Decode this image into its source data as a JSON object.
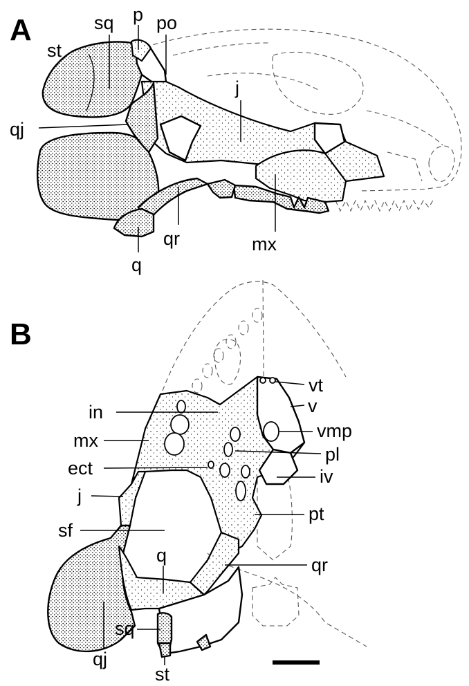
{
  "panels": [
    {
      "letter": "A",
      "labels": [
        "st",
        "sq",
        "p",
        "po",
        "j",
        "qj",
        "qr",
        "mx",
        "q"
      ]
    },
    {
      "letter": "B",
      "labels": [
        "vt",
        "v",
        "in",
        "vmp",
        "mx",
        "pl",
        "ect",
        "iv",
        "j",
        "pt",
        "sf",
        "q",
        "qr",
        "sq",
        "qj",
        "st"
      ]
    }
  ],
  "colors": {
    "ink": "#000000",
    "paper": "#ffffff",
    "reconstruction": "#555555"
  }
}
